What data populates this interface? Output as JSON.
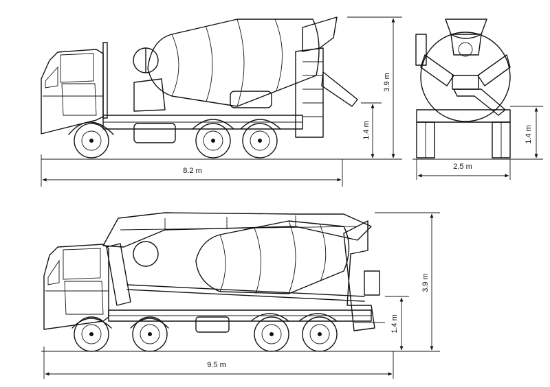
{
  "top_side_view": {
    "length": "8.2 m",
    "height": "3.9 m",
    "chassis_height": "1.4 m"
  },
  "top_rear_view": {
    "width": "2.5 m",
    "chassis_height": "1.4 m"
  },
  "bottom_side_view": {
    "length": "9.5 m",
    "height": "3.9 m",
    "chassis_height": "1.4 m"
  }
}
